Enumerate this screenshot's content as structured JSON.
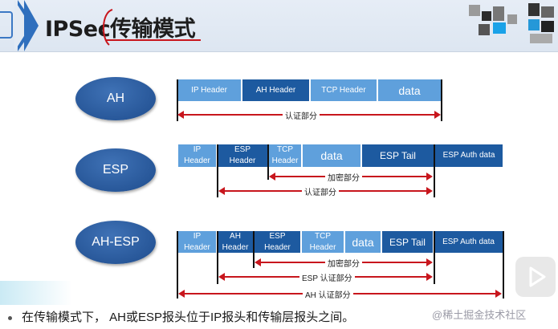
{
  "header": {
    "title": "IPSec传输模式"
  },
  "modes": {
    "ah": {
      "name": "AH",
      "fields": [
        "IP Header",
        "AH Header",
        "TCP Header",
        "data"
      ],
      "auth_label": "认证部分"
    },
    "esp": {
      "name": "ESP",
      "fields": [
        "IP Header",
        "ESP Header",
        "TCP Header",
        "data",
        "ESP Tail",
        "ESP Auth data"
      ],
      "encrypt_label": "加密部分",
      "auth_label": "认证部分"
    },
    "ahesp": {
      "name": "AH-ESP",
      "fields": [
        "IP Header",
        "AH Header",
        "ESP Header",
        "TCP Header",
        "data",
        "ESP Tail",
        "ESP Auth data"
      ],
      "encrypt_label": "加密部分",
      "esp_auth_label": "ESP 认证部分",
      "ah_auth_label": "AH 认证部分"
    }
  },
  "footer": {
    "note": "在传输模式下， AH或ESP报头位于IP报头和传输层报头之间。",
    "watermark": "@稀土掘金技术社区"
  },
  "colors": {
    "light_cell": "#5fa0dc",
    "dark_cell": "#1d5aa0",
    "arrow": "#c8161d",
    "ellipse": "#2a5da0"
  }
}
